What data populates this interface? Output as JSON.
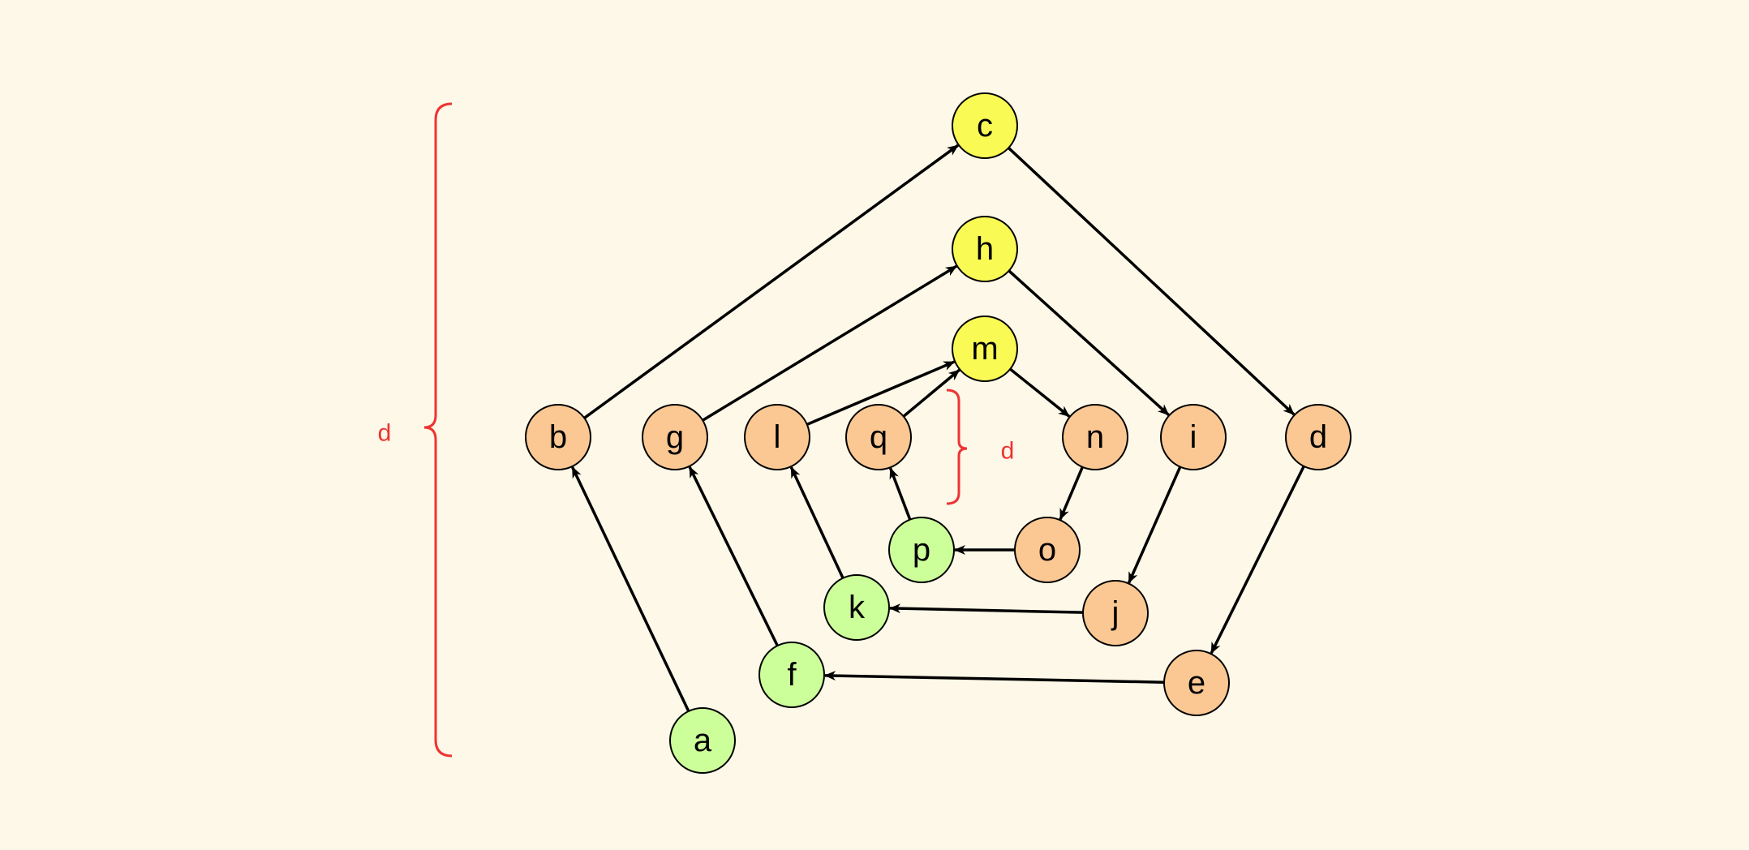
{
  "colors": {
    "background": "#fdf8e7",
    "orange": "#fbc893",
    "yellow": "#fafa55",
    "green": "#ccff99",
    "brace": "#ee3333",
    "edge": "#000000"
  },
  "nodes": [
    {
      "id": "a",
      "label": "a",
      "color": "green"
    },
    {
      "id": "b",
      "label": "b",
      "color": "orange"
    },
    {
      "id": "c",
      "label": "c",
      "color": "yellow"
    },
    {
      "id": "d",
      "label": "d",
      "color": "orange"
    },
    {
      "id": "e",
      "label": "e",
      "color": "orange"
    },
    {
      "id": "f",
      "label": "f",
      "color": "green"
    },
    {
      "id": "g",
      "label": "g",
      "color": "orange"
    },
    {
      "id": "h",
      "label": "h",
      "color": "yellow"
    },
    {
      "id": "i",
      "label": "i",
      "color": "orange"
    },
    {
      "id": "j",
      "label": "j",
      "color": "orange"
    },
    {
      "id": "k",
      "label": "k",
      "color": "green"
    },
    {
      "id": "l",
      "label": "l",
      "color": "orange"
    },
    {
      "id": "m",
      "label": "m",
      "color": "yellow"
    },
    {
      "id": "n",
      "label": "n",
      "color": "orange"
    },
    {
      "id": "o",
      "label": "o",
      "color": "orange"
    },
    {
      "id": "p",
      "label": "p",
      "color": "green"
    },
    {
      "id": "q",
      "label": "q",
      "color": "orange"
    }
  ],
  "edges": [
    [
      "a",
      "b"
    ],
    [
      "b",
      "c"
    ],
    [
      "c",
      "d"
    ],
    [
      "d",
      "e"
    ],
    [
      "e",
      "f"
    ],
    [
      "f",
      "g"
    ],
    [
      "g",
      "h"
    ],
    [
      "h",
      "i"
    ],
    [
      "i",
      "j"
    ],
    [
      "j",
      "k"
    ],
    [
      "k",
      "l"
    ],
    [
      "l",
      "m"
    ],
    [
      "m",
      "n"
    ],
    [
      "n",
      "o"
    ],
    [
      "o",
      "p"
    ],
    [
      "p",
      "q"
    ],
    [
      "q",
      "m"
    ]
  ],
  "braces": [
    {
      "id": "outer",
      "label": "d"
    },
    {
      "id": "inner",
      "label": "d"
    }
  ]
}
